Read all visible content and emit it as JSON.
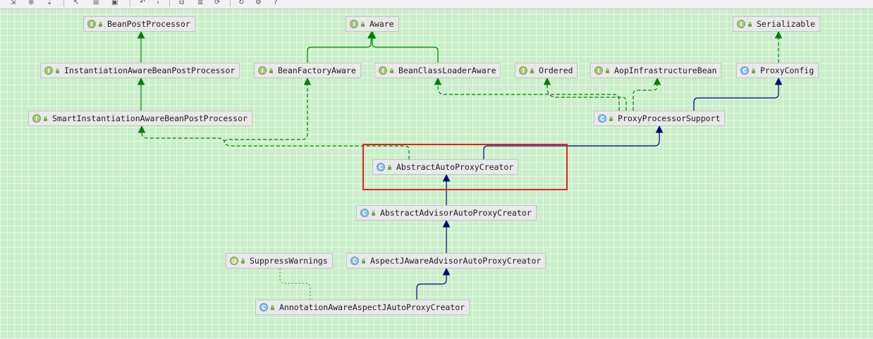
{
  "toolbar": {
    "icons": [
      "layout-icon",
      "zoom-icon",
      "arrange-icon",
      "edge-icon",
      "fit-icon",
      "export-icon",
      "undo-icon",
      "expand-icon",
      "copy-icon",
      "layers-icon",
      "refresh-icon",
      "settings-icon",
      "help-icon"
    ]
  },
  "colors": {
    "canvas": "#c9eec9",
    "extends_edge": "#000080",
    "implements_edge": "#008000",
    "annotation_edge": "#40b040",
    "highlight": "#e52020"
  },
  "legend_badges": {
    "interface": "I",
    "class": "C",
    "annotation": "@"
  },
  "nodes": {
    "BeanPostProcessor": {
      "label": "BeanPostProcessor",
      "kind": "interface"
    },
    "Aware": {
      "label": "Aware",
      "kind": "interface"
    },
    "Serializable": {
      "label": "Serializable",
      "kind": "interface"
    },
    "InstantiationAwareBeanPostProcessor": {
      "label": "InstantiationAwareBeanPostProcessor",
      "kind": "interface"
    },
    "BeanFactoryAware": {
      "label": "BeanFactoryAware",
      "kind": "interface"
    },
    "BeanClassLoaderAware": {
      "label": "BeanClassLoaderAware",
      "kind": "interface"
    },
    "Ordered": {
      "label": "Ordered",
      "kind": "interface"
    },
    "AopInfrastructureBean": {
      "label": "AopInfrastructureBean",
      "kind": "interface"
    },
    "ProxyConfig": {
      "label": "ProxyConfig",
      "kind": "class"
    },
    "SmartInstantiationAwareBeanPostProcessor": {
      "label": "SmartInstantiationAwareBeanPostProcessor",
      "kind": "interface"
    },
    "ProxyProcessorSupport": {
      "label": "ProxyProcessorSupport",
      "kind": "class"
    },
    "AbstractAutoProxyCreator": {
      "label": "AbstractAutoProxyCreator",
      "kind": "class"
    },
    "AbstractAdvisorAutoProxyCreator": {
      "label": "AbstractAdvisorAutoProxyCreator",
      "kind": "class"
    },
    "SuppressWarnings": {
      "label": "SuppressWarnings",
      "kind": "annotation"
    },
    "AspectJAwareAdvisorAutoProxyCreator": {
      "label": "AspectJAwareAdvisorAutoProxyCreator",
      "kind": "class"
    },
    "AnnotationAwareAspectJAutoProxyCreator": {
      "label": "AnnotationAwareAspectJAutoProxyCreator",
      "kind": "class"
    }
  },
  "edges": [
    {
      "from": "InstantiationAwareBeanPostProcessor",
      "to": "BeanPostProcessor",
      "type": "interface-extends"
    },
    {
      "from": "SmartInstantiationAwareBeanPostProcessor",
      "to": "InstantiationAwareBeanPostProcessor",
      "type": "interface-extends"
    },
    {
      "from": "BeanFactoryAware",
      "to": "Aware",
      "type": "interface-extends"
    },
    {
      "from": "BeanClassLoaderAware",
      "to": "Aware",
      "type": "interface-extends"
    },
    {
      "from": "ProxyConfig",
      "to": "Serializable",
      "type": "implements"
    },
    {
      "from": "ProxyProcessorSupport",
      "to": "ProxyConfig",
      "type": "extends"
    },
    {
      "from": "ProxyProcessorSupport",
      "to": "Ordered",
      "type": "implements"
    },
    {
      "from": "ProxyProcessorSupport",
      "to": "BeanClassLoaderAware",
      "type": "implements"
    },
    {
      "from": "ProxyProcessorSupport",
      "to": "AopInfrastructureBean",
      "type": "implements"
    },
    {
      "from": "AbstractAutoProxyCreator",
      "to": "ProxyProcessorSupport",
      "type": "extends"
    },
    {
      "from": "AbstractAutoProxyCreator",
      "to": "SmartInstantiationAwareBeanPostProcessor",
      "type": "implements"
    },
    {
      "from": "AbstractAutoProxyCreator",
      "to": "BeanFactoryAware",
      "type": "implements"
    },
    {
      "from": "AbstractAdvisorAutoProxyCreator",
      "to": "AbstractAutoProxyCreator",
      "type": "extends"
    },
    {
      "from": "AspectJAwareAdvisorAutoProxyCreator",
      "to": "AbstractAdvisorAutoProxyCreator",
      "type": "extends"
    },
    {
      "from": "AnnotationAwareAspectJAutoProxyCreator",
      "to": "AspectJAwareAdvisorAutoProxyCreator",
      "type": "extends"
    },
    {
      "from": "AnnotationAwareAspectJAutoProxyCreator",
      "to": "SuppressWarnings",
      "type": "annotated-with"
    }
  ],
  "highlighted": "AbstractAutoProxyCreator"
}
